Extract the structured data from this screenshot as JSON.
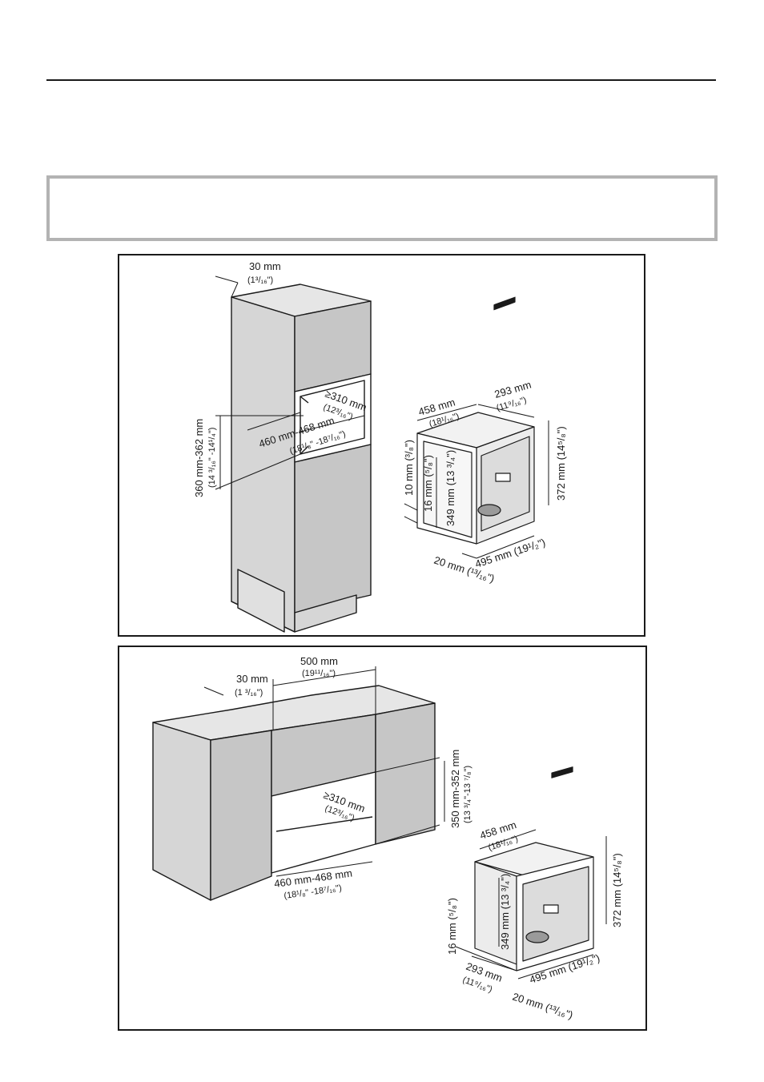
{
  "colors": {
    "line": "#1a1a1a",
    "cabinet_side": "#d4d4d4",
    "cabinet_front": "#c6c6c6",
    "cabinet_top": "#e6e6e6",
    "banner_border": "#b3b3b3"
  },
  "top_figure": {
    "gap_depth": {
      "mm": "30 mm",
      "inch": "(1³/₁₆\")"
    },
    "niche_depth": {
      "mm": "≥310 mm",
      "inch": "(12³/₁₆\")"
    },
    "niche_width": {
      "mm": "460 mm-468 mm",
      "inch": "(18¹/₈\" -18⁷/₁₆\")"
    },
    "niche_height": {
      "mm": "360 mm-362 mm",
      "inch": "(14 ³/₁₆\" -14¹/₄\")"
    },
    "appliance_width": {
      "mm": "458 mm",
      "inch": "(18¹/₁₆\")"
    },
    "appliance_depth": {
      "mm": "293 mm",
      "inch": "(11⁹/₁₆\")"
    },
    "appliance_height": "372 mm (14⁵/₈\")",
    "front_height": "349 mm (13 ³/₄\")",
    "dim_16": "16 mm (⁵/₈\")",
    "dim_10": "10 mm (³/₈\")",
    "dim_495": "495 mm (19¹/₂\")",
    "dim_20": "20 mm (¹³/₁₆\")"
  },
  "bottom_figure": {
    "cabinet_depth": {
      "mm": "500 mm",
      "inch": "(19¹¹/₁₆\")"
    },
    "gap_depth": {
      "mm": "30 mm",
      "inch": "(1 ³/₁₆\")"
    },
    "niche_height": {
      "mm": "350 mm-352 mm",
      "inch": "(13 ³/₄\"-13 ⁷/₈\")"
    },
    "niche_depth": {
      "mm": "≥310 mm",
      "inch": "(12³/₁₆\")"
    },
    "niche_width": {
      "mm": "460 mm-468 mm",
      "inch": "(18¹/₈\" -18⁷/₁₆\")"
    },
    "appliance_width": {
      "mm": "458 mm",
      "inch": "(18¹/₁₆\")"
    },
    "appliance_height": "372 mm (14⁵/₈\")",
    "front_height": "349 mm (13 ³/₄\")",
    "dim_16": "16 mm (⁵/₈\")",
    "appliance_depth": {
      "mm": "293 mm",
      "inch": "(11⁹/₁₆\")"
    },
    "dim_495": "495 mm (19¹/₂\")",
    "dim_20": "20 mm (¹³/₁₆\")"
  }
}
